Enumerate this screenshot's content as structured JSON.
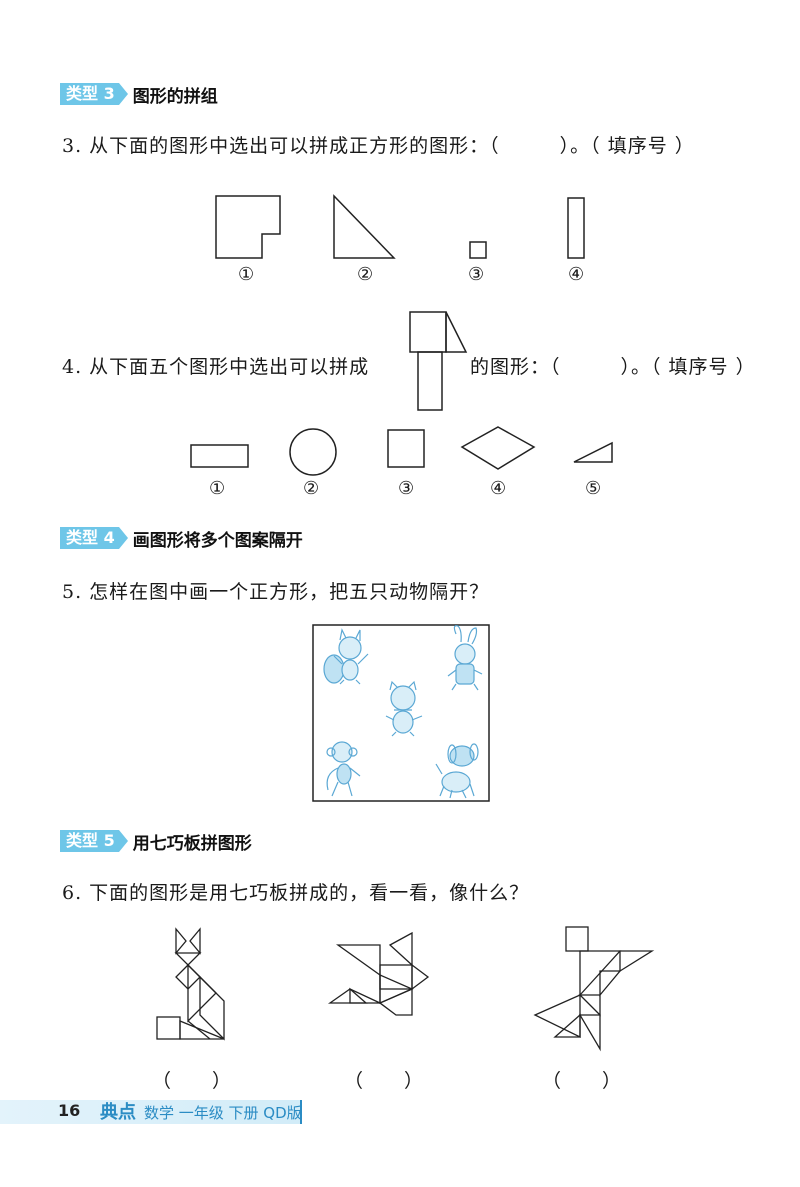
{
  "section3": {
    "badge": "类型 3",
    "title": "图形的拼组"
  },
  "q3": {
    "text": "3. 从下面的图形中选出可以拼成正方形的图形：（　　　）。（ 填序号 ）",
    "labels": [
      "①",
      "②",
      "③",
      "④"
    ]
  },
  "q4": {
    "text_before": "4. 从下面五个图形中选出可以拼成",
    "text_after": "的图形：（　　　）。（ 填序号 ）",
    "labels": [
      "①",
      "②",
      "③",
      "④",
      "⑤"
    ]
  },
  "section4": {
    "badge": "类型 4",
    "title": "画图形将多个图案隔开"
  },
  "q5": {
    "text": "5. 怎样在图中画一个正方形，把五只动物隔开？"
  },
  "section5": {
    "badge": "类型 5",
    "title": "用七巧板拼图形"
  },
  "q6": {
    "text": "6. 下面的图形是用七巧板拼成的，看一看，像什么？",
    "answers": [
      "（　　）",
      "（　　）",
      "（　　）"
    ]
  },
  "footer": {
    "page": "16",
    "logo": "典点",
    "book": "数学 一年级 下册 QD版"
  },
  "colors": {
    "accent": "#6ec6e8",
    "brand": "#2b8cc4",
    "animal": "#8fc9e8"
  }
}
